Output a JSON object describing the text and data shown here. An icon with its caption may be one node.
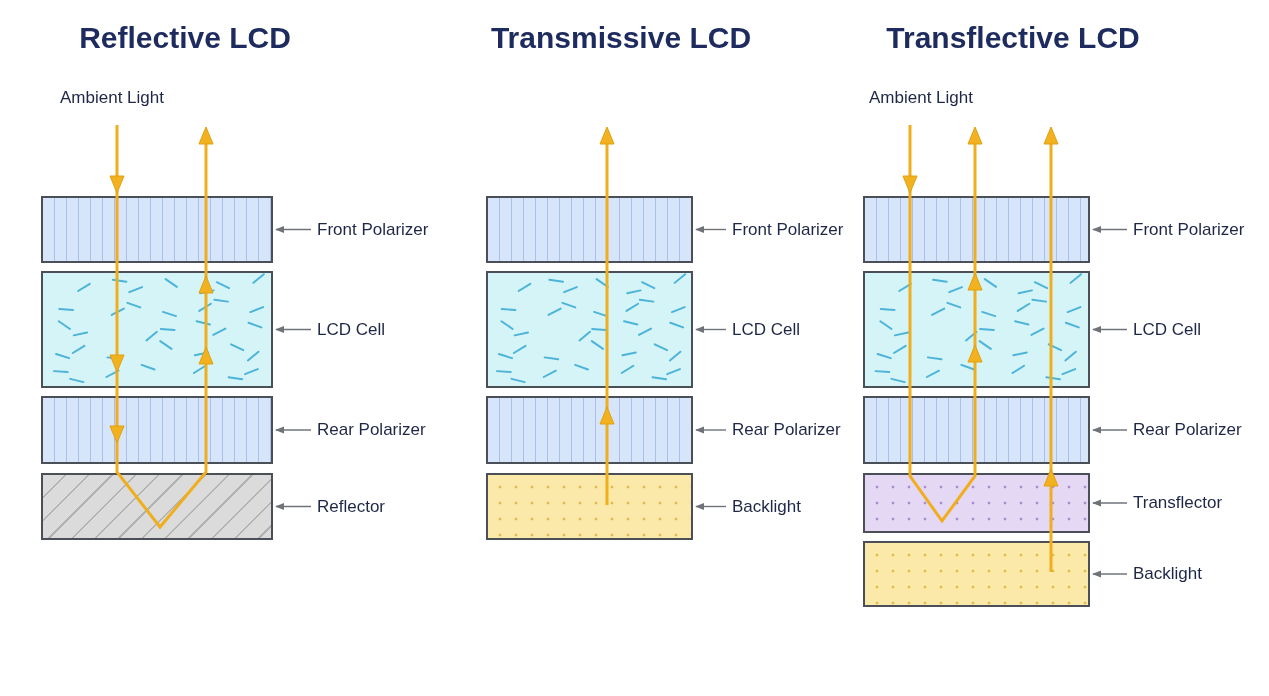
{
  "diagram": {
    "nodes": [
      {
        "text": [],
        "shape": "box"
      },
      {
        "text": [
          "Front Polarizer"
        ]
      },
      {
        "text": [],
        "shape": "box"
      },
      {
        "text": [
          "LCD Cell"
        ]
      },
      {
        "text": [],
        "shape": "box"
      },
      {
        "text": [
          "Rear Polarizer"
        ]
      },
      {
        "text": [],
        "shape": "box"
      },
      {
        "text": [
          "Reflector"
        ]
      },
      {
        "text": [],
        "shape": "box"
      },
      {
        "text": [
          "Front Polarizer"
        ]
      },
      {
        "text": [],
        "shape": "box"
      },
      {
        "text": [
          "LCD Cell"
        ]
      },
      {
        "text": [],
        "shape": "box"
      },
      {
        "text": [
          "Rear Polarizer"
        ]
      },
      {
        "text": [],
        "shape": "box"
      },
      {
        "text": [
          "Backlight"
        ]
      },
      {
        "text": [],
        "shape": "box"
      },
      {
        "text": [
          "Front Polarizer"
        ]
      },
      {
        "text": [],
        "shape": "box"
      },
      {
        "text": [
          "LCD Cell"
        ]
      },
      {
        "text": [],
        "shape": "box"
      },
      {
        "text": [
          "Rear Polarizer"
        ]
      },
      {
        "text": [],
        "shape": "box"
      },
      {
        "text": [
          "Transflector"
        ]
      },
      {
        "text": [],
        "shape": "box"
      },
      {
        "text": [
          "Backlight"
        ]
      }
    ],
    "edges": [
      {
        "from": 1,
        "to": 0,
        "arrow": "to"
      },
      {
        "from": 3,
        "to": 2,
        "arrow": "to"
      },
      {
        "from": 5,
        "to": 4,
        "arrow": "to"
      },
      {
        "from": 7,
        "to": 6,
        "arrow": "to"
      },
      {
        "from": 9,
        "to": 8,
        "arrow": "to"
      },
      {
        "from": 11,
        "to": 10,
        "arrow": "to"
      },
      {
        "from": 13,
        "to": 12,
        "arrow": "to"
      },
      {
        "from": 15,
        "to": 14,
        "arrow": "to"
      },
      {
        "from": 17,
        "to": 16,
        "arrow": "to"
      },
      {
        "from": 19,
        "to": 18,
        "arrow": "to"
      },
      {
        "from": 21,
        "to": 20,
        "arrow": "to"
      },
      {
        "from": 23,
        "to": 22,
        "arrow": "to"
      },
      {
        "from": 25,
        "to": 24,
        "arrow": "to"
      }
    ],
    "labels": [
      "Reflective LCD",
      "Transmissive LCD",
      "Transflective LCD",
      "Ambient Light",
      "Ambient Light"
    ]
  }
}
